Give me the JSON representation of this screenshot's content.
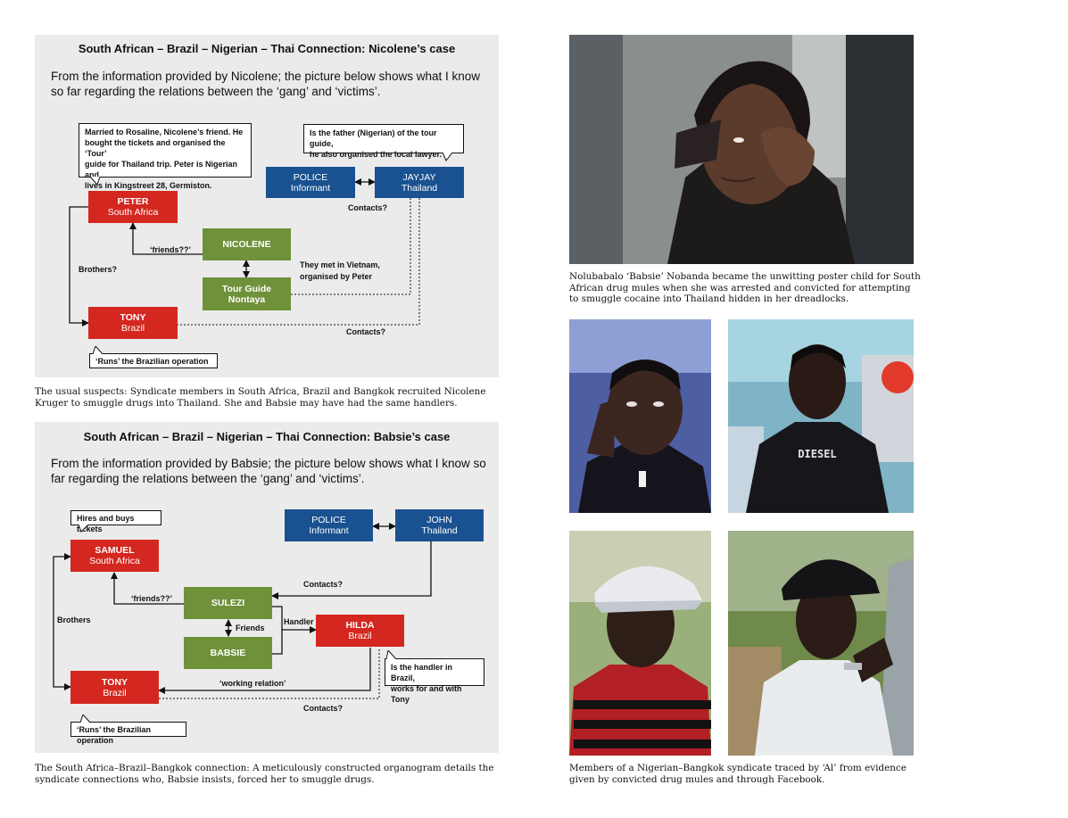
{
  "diagram1": {
    "title": "South African – Brazil – Nigerian – Thai Connection: Nicolene’s case",
    "intro_line1": "From the information provided by Nicolene; the picture below shows what I know",
    "intro_line2": "so far regarding the relations between the ‘gang’ and ‘victims’.",
    "nodes": {
      "peter": {
        "name": "PETER",
        "place": "South Africa"
      },
      "tony": {
        "name": "TONY",
        "place": "Brazil"
      },
      "nicolene": {
        "name": "NICOLENE"
      },
      "tourguide": {
        "name": "Tour Guide",
        "place": "Nontaya"
      },
      "police": {
        "name": "POLICE",
        "place": "Informant"
      },
      "jayjay": {
        "name": "JAYJAY",
        "place": "Thailand"
      }
    },
    "callouts": {
      "peter_note": [
        "Married to Rosaline, Nicolene’s friend. He",
        "bought the tickets and organised the ‘Tour’",
        "guide for Thailand trip. Peter is Nigerian and",
        "lives in Kingstreet 28, Germiston."
      ],
      "jayjay_note": [
        "Is the father (Nigerian) of the tour guide,",
        "he also organised the local lawyer."
      ],
      "tony_note": [
        "‘Runs’ the Brazilian operation"
      ]
    },
    "labels": {
      "friends": "‘friends??’",
      "brothers": "Brothers?",
      "met": [
        "They met in Vietnam,",
        "organised by Peter"
      ],
      "contacts_top": "Contacts?",
      "contacts_bottom": "Contacts?"
    },
    "caption": [
      "The usual suspects: Syndicate members in South Africa, Brazil and Bangkok recruited Nicolene",
      "Kruger to smuggle drugs into Thailand. She and Babsie may have had the same handlers."
    ]
  },
  "diagram2": {
    "title": "South African – Brazil – Nigerian – Thai Connection: Babsie’s case",
    "intro_line1": "From the information provided by Babsie; the picture below shows what I know so",
    "intro_line2": "far regarding the relations between the ‘gang’ and ‘victims’.",
    "nodes": {
      "samuel": {
        "name": "SAMUEL",
        "place": "South Africa"
      },
      "tony": {
        "name": "TONY",
        "place": "Brazil"
      },
      "sulezi": {
        "name": "SULEZI"
      },
      "babsie": {
        "name": "BABSIE"
      },
      "hilda": {
        "name": "HILDA",
        "place": "Brazil"
      },
      "police": {
        "name": "POLICE",
        "place": "Informant"
      },
      "john": {
        "name": "JOHN",
        "place": "Thailand"
      }
    },
    "callouts": {
      "samuel_note": [
        "Hires and buys tickets"
      ],
      "hilda_note": [
        "Is the handler in Brazil,",
        "works for and with Tony"
      ],
      "tony_note": [
        "‘Runs’ the Brazilian operation"
      ]
    },
    "labels": {
      "friends": "‘friends??’",
      "brothers": "Brothers",
      "friends_plain": "Friends",
      "handler": "Handler",
      "working": "‘working relation’",
      "contacts_top": "Contacts?",
      "contacts_bottom": "Contacts?"
    },
    "caption": [
      "The South Africa–Brazil–Bangkok connection: A meticulously constructed organogram details the",
      "syndicate connections who, Babsie insists, forced her to smuggle drugs."
    ]
  },
  "photos": {
    "caption_top": [
      "Nolubabalo ‘Babsie’ Nobanda became the unwitting poster child for South",
      "African drug mules when she was arrested and convicted for attempting",
      "to smuggle cocaine into Thailand hidden in her dreadlocks."
    ],
    "shirt_text": "DIESEL",
    "caption_bottom": [
      "Members of a Nigerian–Bangkok syndicate traced by ‘Al’ from evidence",
      "given by convicted drug mules and through Facebook."
    ]
  },
  "colors": {
    "red": "#d4271f",
    "green": "#6f913a",
    "blue": "#1a5190",
    "panel": "#ebebeb"
  }
}
